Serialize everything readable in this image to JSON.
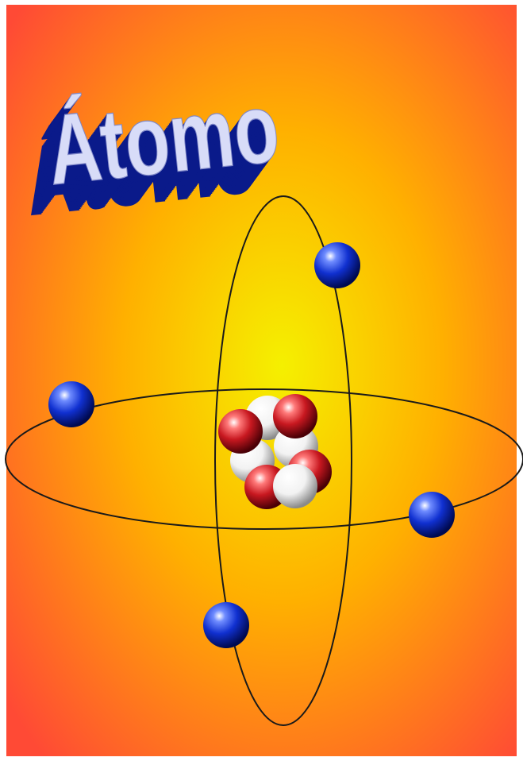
{
  "title": {
    "text": "Átomo",
    "face_color": "#d8dcf8",
    "extrude_color": "#0a1a8a"
  },
  "colors": {
    "background_center": "#f5f000",
    "background_mid": "#ffb000",
    "background_edge": "#ff4a35",
    "border": "#ffffff",
    "orbit_line": "#1a1a1a",
    "electron": "#1030d0",
    "proton": "#c81820",
    "neutron": "#f2f2f2"
  },
  "diagram": {
    "orbits": [
      {
        "name": "horizontal-orbit"
      },
      {
        "name": "vertical-orbit"
      }
    ],
    "electron_count": 4,
    "nucleus": {
      "protons": 4,
      "neutrons": 4
    }
  }
}
